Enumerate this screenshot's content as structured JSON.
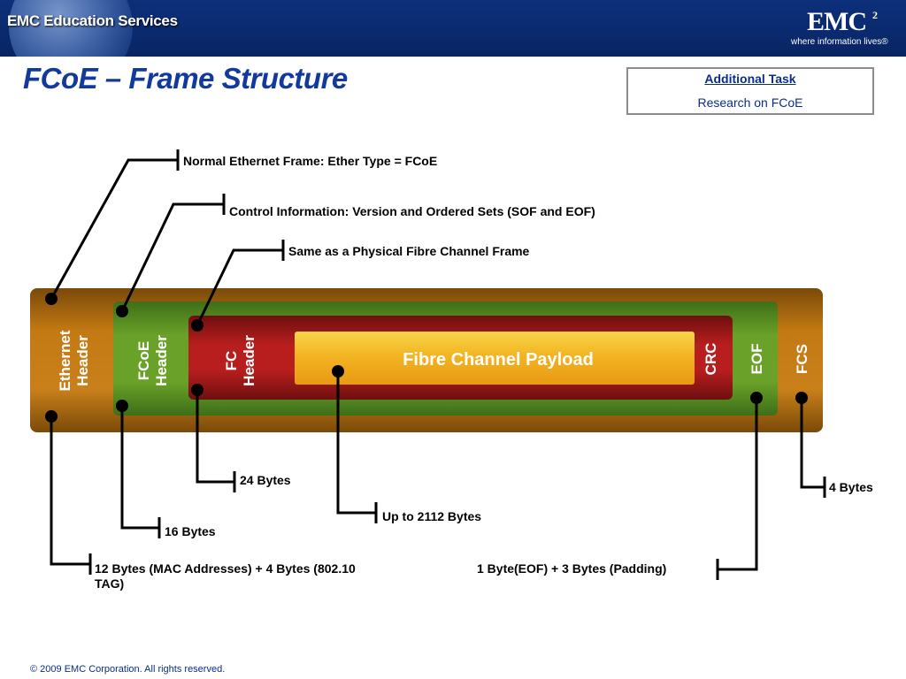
{
  "header": {
    "edu_brand": "EMC Education Services",
    "logo_main": "EMC",
    "logo_sup": "2",
    "logo_tagline": "where information lives®"
  },
  "title": "FCoE – Frame Structure",
  "task_box": {
    "title": "Additional Task",
    "text": "Research on FCoE"
  },
  "frame": {
    "layers": {
      "ethernet_header": "Ethernet Header",
      "fcoe_header": "FCoE Header",
      "fc_header": "FC Header",
      "payload": "Fibre Channel Payload",
      "crc": "CRC",
      "eof": "EOF",
      "fcs": "FCS"
    },
    "top_annotations": {
      "ethernet": "Normal Ethernet Frame: Ether Type = FCoE",
      "fcoe": "Control Information: Version and Ordered Sets (SOF and EOF)",
      "fc": "Same as a Physical Fibre Channel Frame"
    },
    "bottom_annotations": {
      "fc_header_size": "24 Bytes",
      "fcoe_header_size": "16 Bytes",
      "ethernet_header_size": "12 Bytes (MAC Addresses) + 4 Bytes (802.10 TAG)",
      "payload_size": "Up to 2112 Bytes",
      "eof_size": "1 Byte(EOF) + 3 Bytes (Padding)",
      "fcs_size": "4 Bytes"
    }
  },
  "footer": {
    "copyright": "© 2009 EMC Corporation. All rights reserved."
  }
}
